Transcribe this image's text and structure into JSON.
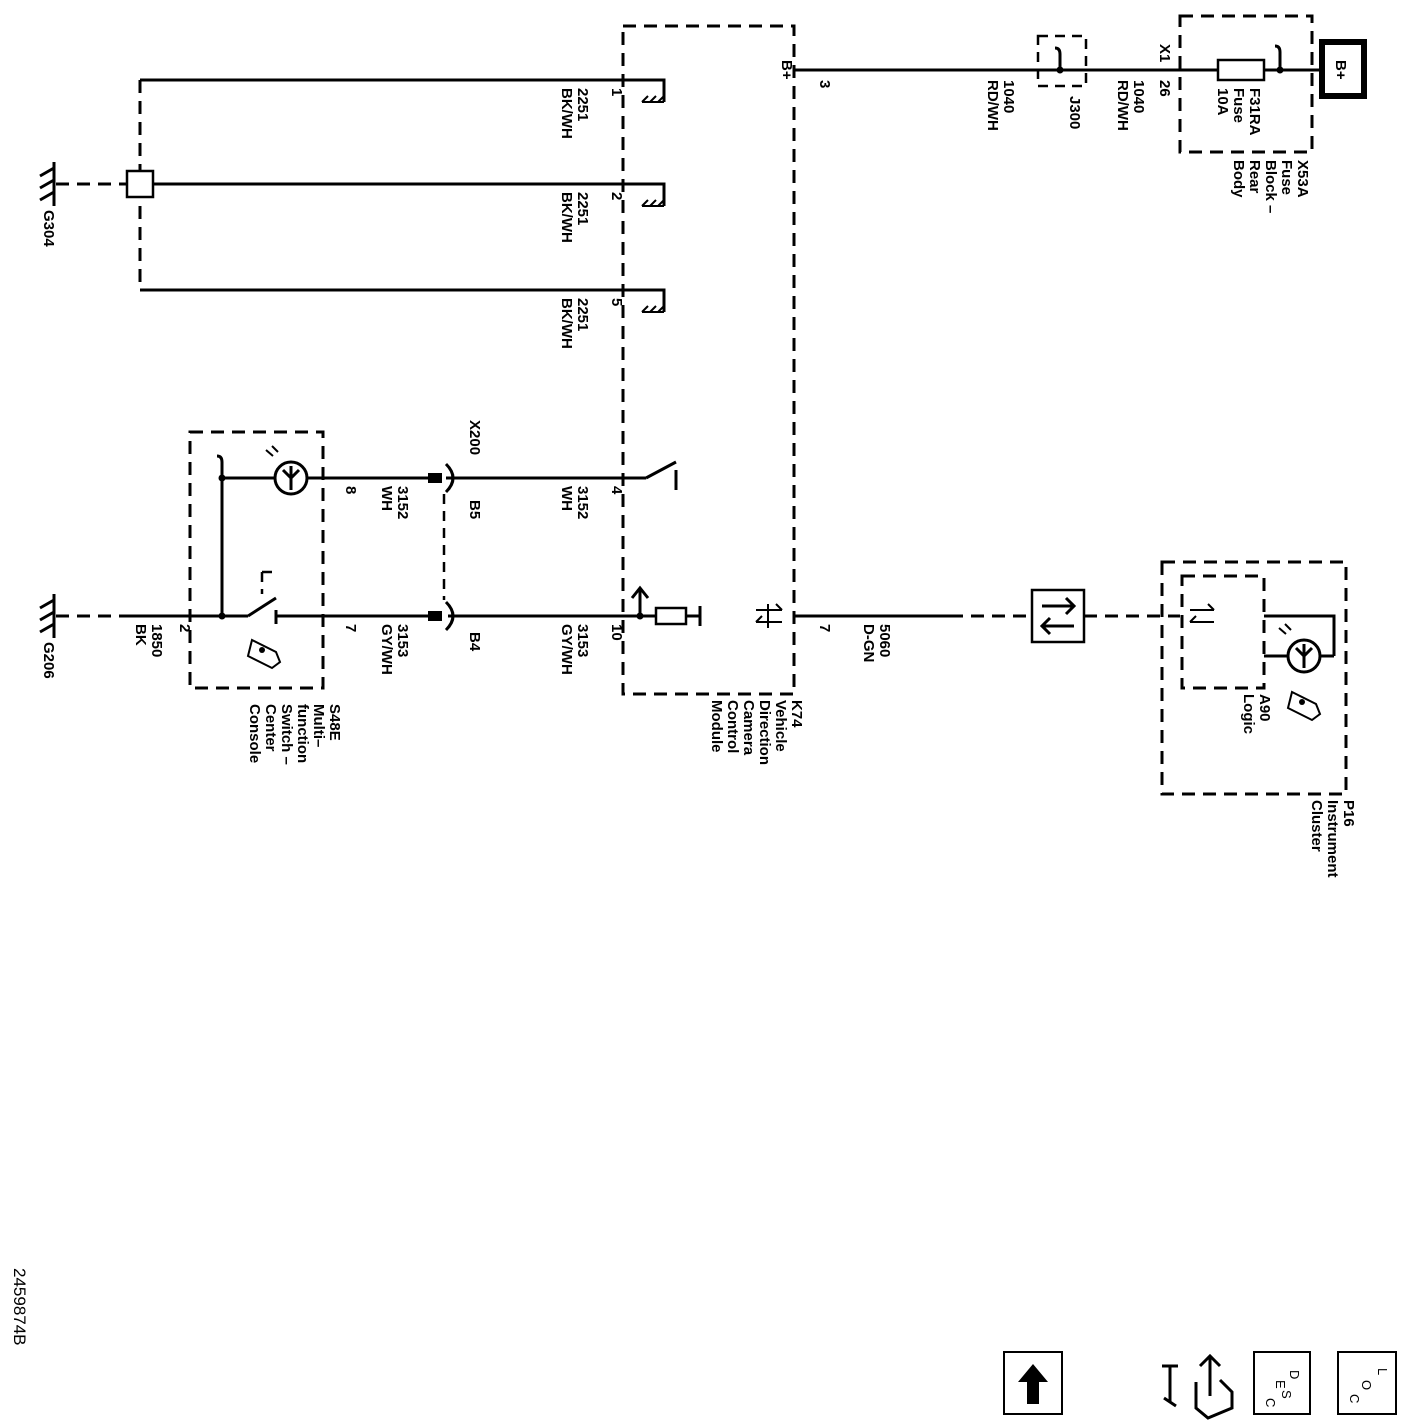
{
  "diagram": {
    "figure_id": "2459874B",
    "supply": {
      "label": "B+"
    },
    "fuse_block": {
      "id": "X53A",
      "name_lines": [
        "X53A",
        "Fuse",
        "Block –",
        "Rear",
        "Body"
      ],
      "connector": "X1",
      "pin": "26",
      "fuse_lines": [
        "F31RA",
        "Fuse",
        "10A"
      ]
    },
    "splice": {
      "id": "J300"
    },
    "wires": {
      "w1040_a": {
        "circuit": "1040",
        "color": "RD/WH"
      },
      "w1040_b": {
        "circuit": "1040",
        "color": "RD/WH"
      },
      "w2251_1": {
        "circuit": "2251",
        "color": "BK/WH"
      },
      "w2251_2": {
        "circuit": "2251",
        "color": "BK/WH"
      },
      "w2251_5": {
        "circuit": "2251",
        "color": "BK/WH"
      },
      "w3152_a": {
        "circuit": "3152",
        "color": "WH"
      },
      "w3152_b": {
        "circuit": "3152",
        "color": "WH"
      },
      "w3153_a": {
        "circuit": "3153",
        "color": "GY/WH"
      },
      "w3153_b": {
        "circuit": "3153",
        "color": "GY/WH"
      },
      "w1850": {
        "circuit": "1850",
        "color": "BK"
      },
      "w5060": {
        "circuit": "5060",
        "color": "D-GN"
      }
    },
    "module_k74": {
      "name_lines": [
        "K74",
        "Vehicle",
        "Direction",
        "Camera",
        "Control",
        "Module"
      ],
      "bplus_label": "B+",
      "pins": {
        "bplus": "3",
        "gnd1": "1",
        "gnd2": "2",
        "gnd5": "5",
        "sw": "4",
        "ind": "10",
        "data": "7"
      }
    },
    "connector_x200": {
      "id": "X200",
      "pin_b5": "B5",
      "pin_b4": "B4"
    },
    "switch_s48e": {
      "name_lines": [
        "S48E",
        "Multi–",
        "function",
        "Switch –",
        "Center",
        "Console"
      ],
      "pins": {
        "p8": "8",
        "p7": "7",
        "p2": "2"
      }
    },
    "grounds": {
      "g304": "G304",
      "g206": "G206"
    },
    "cluster_p16": {
      "name_lines": [
        "P16",
        "Instrument",
        "Cluster"
      ],
      "logic_lines": [
        "A90",
        "Logic"
      ]
    },
    "nav_buttons": {
      "loc": [
        "L",
        "O",
        "C"
      ],
      "desc": [
        "D",
        "E",
        "S",
        "C"
      ]
    }
  }
}
